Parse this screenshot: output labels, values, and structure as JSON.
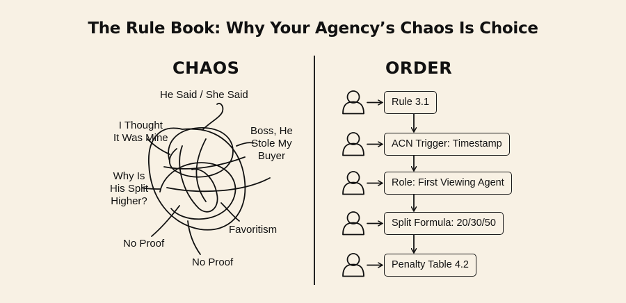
{
  "title": "The Rule Book: Why Your Agency’s Chaos Is Choice",
  "chaos": {
    "heading": "CHAOS",
    "labels": {
      "he_said": "He Said / She Said",
      "thought_mine": "I Thought\nIt Was Mine",
      "boss_stole": "Boss, He\nStole My\nBuyer",
      "split_higher": "Why Is\nHis Split\nHigher?",
      "favoritism": "Favoritism",
      "no_proof_left": "No Proof",
      "no_proof_bottom": "No Proof"
    }
  },
  "order": {
    "heading": "ORDER",
    "steps": [
      {
        "label": "Rule 3.1",
        "icon": "person-icon"
      },
      {
        "label": "ACN Trigger: Timestamp",
        "icon": "person-icon"
      },
      {
        "label": "Role: First Viewing Agent",
        "icon": "person-icon"
      },
      {
        "label": "Split Formula: 20/30/50",
        "icon": "person-icon"
      },
      {
        "label": "Penalty Table 4.2",
        "icon": "person-icon"
      }
    ]
  }
}
